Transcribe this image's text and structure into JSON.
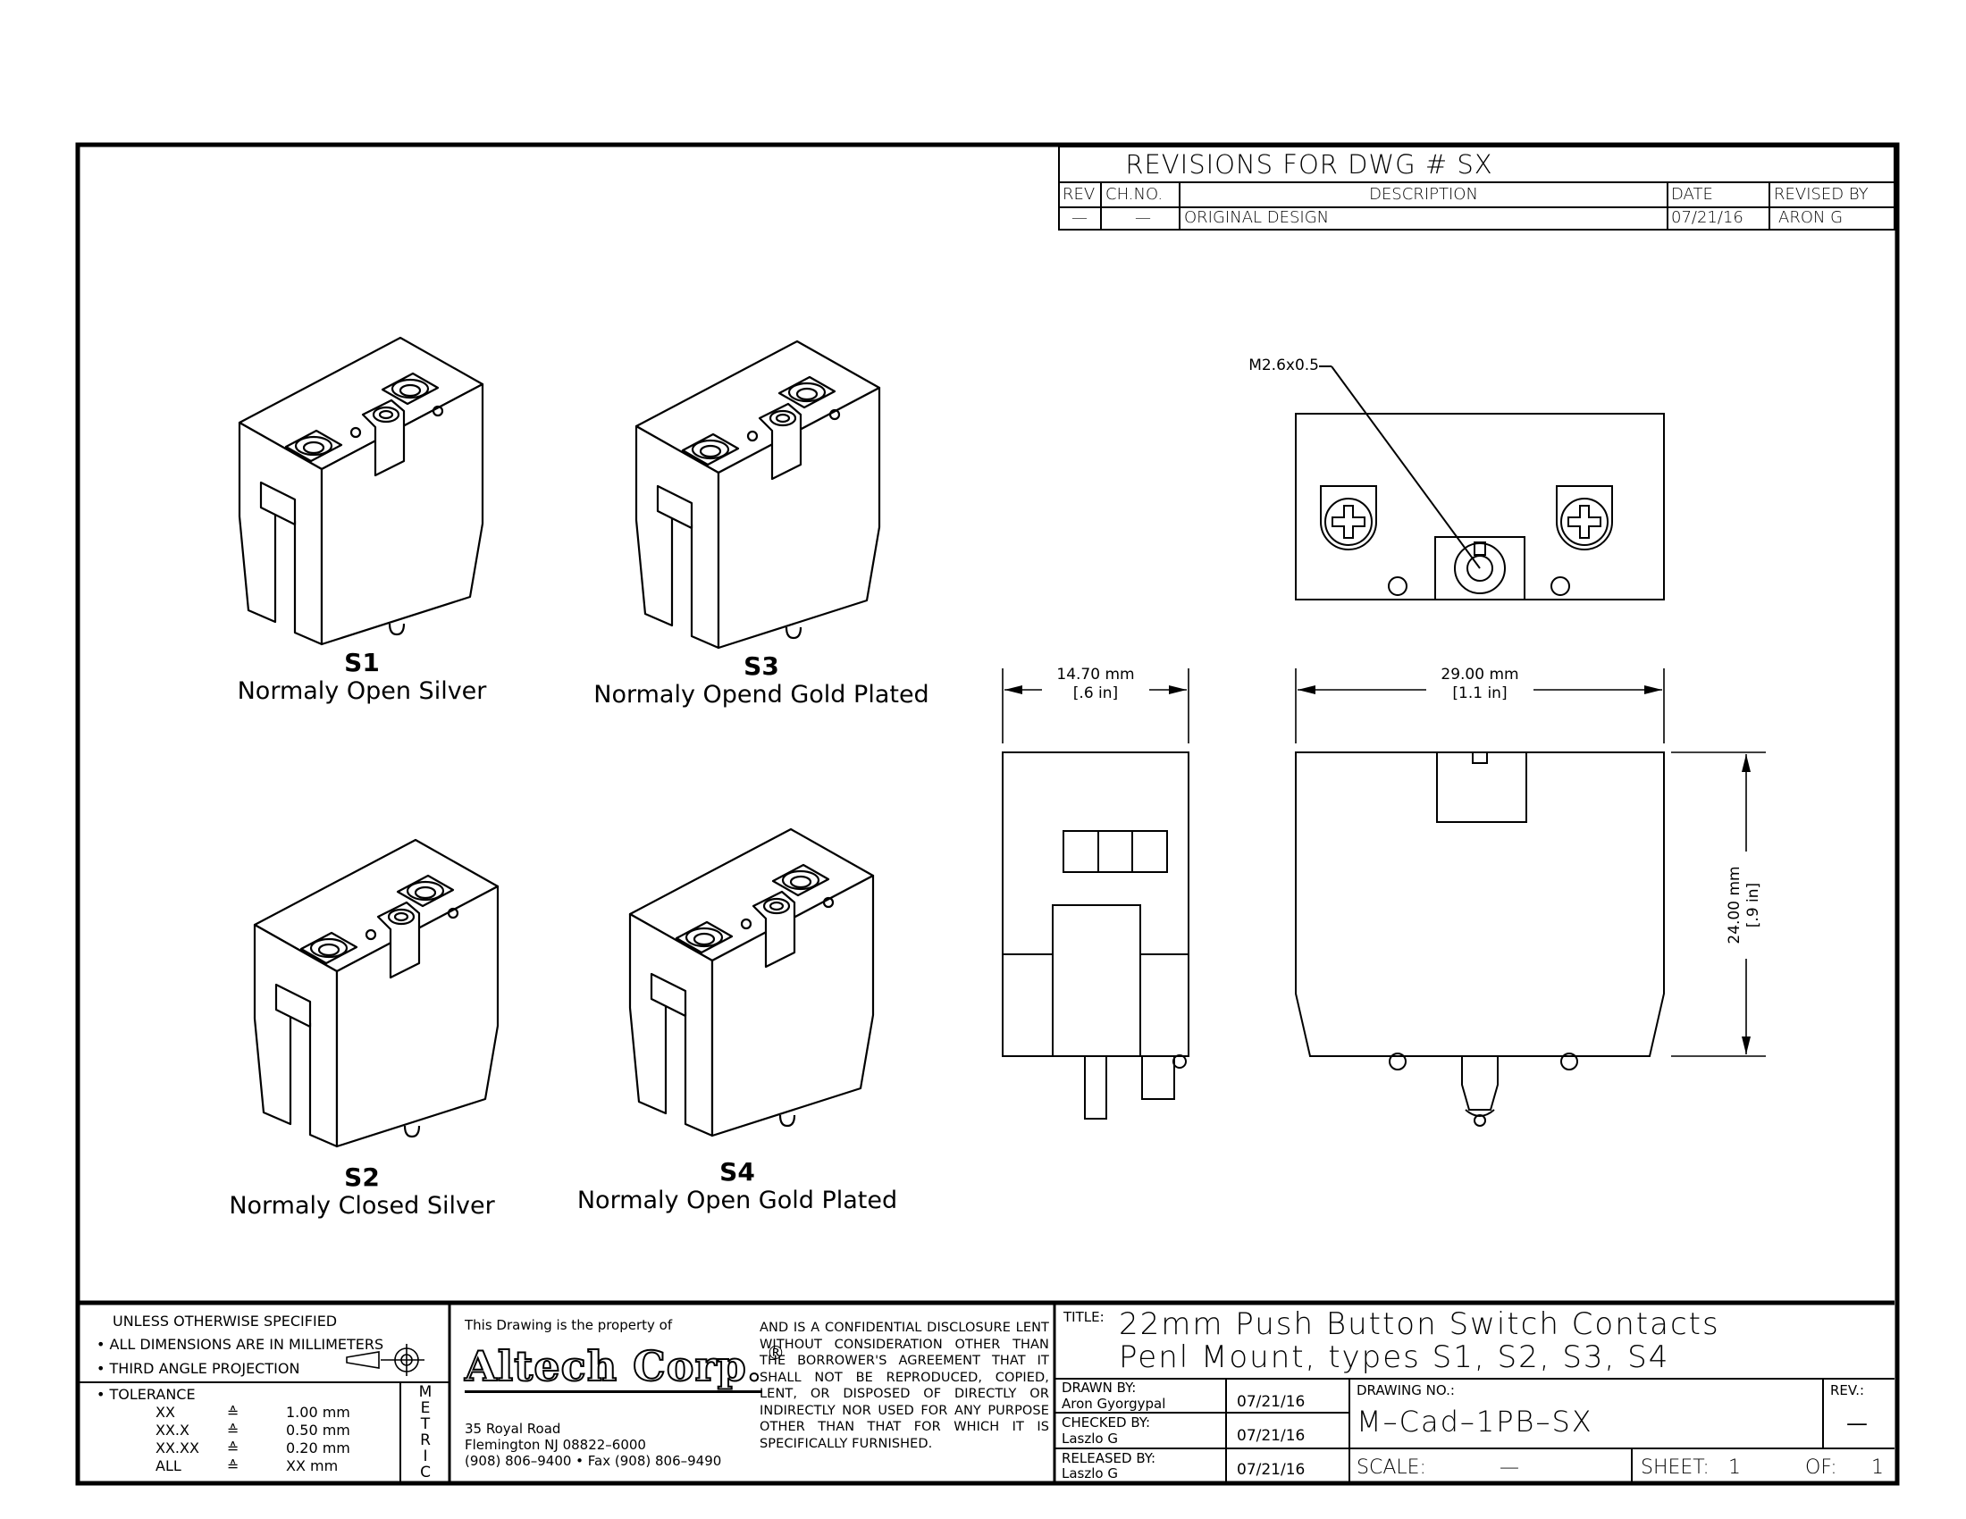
{
  "revisions": {
    "header": "REVISIONS  FOR  DWG  #   SX",
    "columns": [
      "REV",
      "CH.NO.",
      "DESCRIPTION",
      "DATE",
      "REVISED  BY"
    ],
    "rows": [
      {
        "rev": "—",
        "ch_no": "—",
        "description": "ORIGINAL  DESIGN",
        "date": "07/21/16",
        "revised_by": "ARON  G"
      }
    ]
  },
  "parts": [
    {
      "code": "S1",
      "description": "Normaly Open Silver"
    },
    {
      "code": "S3",
      "description": "Normaly Opend Gold Plated"
    },
    {
      "code": "S2",
      "description": "Normaly Closed Silver"
    },
    {
      "code": "S4",
      "description": "Normaly Open Gold Plated"
    }
  ],
  "views": {
    "thread_callout": "M2.6x0.5",
    "dim_depth": {
      "mm": "14.70 mm",
      "in": "[.6 in]"
    },
    "dim_width": {
      "mm": "29.00 mm",
      "in": "[1.1 in]"
    },
    "dim_height": {
      "mm": "24.00 mm",
      "in": "[.9 in]"
    }
  },
  "title_block": {
    "spec_lines": [
      "UNLESS  OTHERWISE  SPECIFIED",
      "• ALL  DIMENSIONS  ARE  IN  MILLIMETERS",
      "• THIRD  ANGLE  PROJECTION"
    ],
    "tolerance_label": "• TOLERANCE",
    "tolerances": [
      {
        "key": "XX",
        "sym": "≙",
        "val": "1.00 mm"
      },
      {
        "key": "XX.X",
        "sym": "≙",
        "val": "0.50 mm"
      },
      {
        "key": "XX.XX",
        "sym": "≙",
        "val": "0.20 mm"
      },
      {
        "key": "ALL",
        "sym": "≙",
        "val": "XX mm"
      }
    ],
    "metric_letters": [
      "M",
      "E",
      "T",
      "R",
      "I",
      "C"
    ],
    "property_of": "This  Drawing  is  the  property  of",
    "company": "Altech Corp.",
    "registered": "®",
    "address": [
      "35  Royal  Road",
      "Flemington  NJ  08822–6000",
      "(908)  806–9400 • Fax  (908)  806–9490"
    ],
    "notice": "AND  IS  A  CONFIDENTIAL  DISCLOSURE  LENT  WITHOUT  CONSIDERATION  OTHER  THAN  THE  BORROWER'S  AGREEMENT  THAT  IT  SHALL  NOT  BE  REPRODUCED,  COPIED,  LENT,  OR  DISPOSED  OF  DIRECTLY  OR  INDIRECTLY  NOR  USED  FOR  ANY  PURPOSE  OTHER  THAN  THAT  FOR  WHICH  IT  IS  SPECIFICALLY  FURNISHED.",
    "title_label": "TITLE:",
    "title_line1": "22mm  Push  Button  Switch  Contacts",
    "title_line2": "Penl  Mount,  types  S1,  S2,  S3,  S4",
    "drawn_by_label": "DRAWN  BY:",
    "drawn_by": "Aron  Gyorgypal",
    "drawn_date": "07/21/16",
    "checked_by_label": "CHECKED  BY:",
    "checked_by": "Laszlo  G",
    "checked_date": "07/21/16",
    "released_by_label": "RELEASED  BY:",
    "released_by": "Laszlo  G",
    "released_date": "07/21/16",
    "drawing_no_label": "DRAWING  NO.:",
    "drawing_no": "M–Cad–1PB–SX",
    "rev_label": "REV.:",
    "rev": "—",
    "scale_label": "SCALE:",
    "scale": "—",
    "sheet_label": "SHEET:",
    "sheet": "1",
    "of_label": "OF:",
    "of": "1"
  }
}
